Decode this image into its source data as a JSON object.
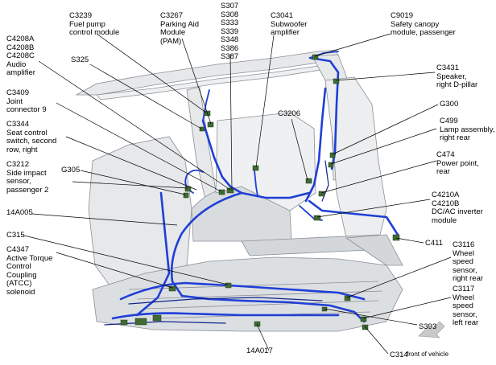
{
  "labels": [
    {
      "id": "c3239",
      "lines": [
        "C3239",
        "Fuel pump",
        "control module"
      ]
    },
    {
      "id": "c3267",
      "lines": [
        "C3267",
        "Parking Aid",
        "Module",
        "(PAM)"
      ]
    },
    {
      "id": "s3xx",
      "lines": [
        "S307",
        "S308",
        "S333",
        "S339",
        "S348",
        "S386",
        "S387"
      ]
    },
    {
      "id": "c3041",
      "lines": [
        "C3041",
        "Subwoofer",
        "amplifier"
      ]
    },
    {
      "id": "c9019",
      "lines": [
        "C9019",
        "Safety canopy",
        "module, passenger"
      ]
    },
    {
      "id": "c4208",
      "lines": [
        "C4208A",
        "C4208B",
        "C4208C",
        "Audio",
        "amplifier"
      ]
    },
    {
      "id": "s325",
      "lines": [
        "S325"
      ]
    },
    {
      "id": "c3431",
      "lines": [
        "C3431",
        "Speaker,",
        "right D-pillar"
      ]
    },
    {
      "id": "c3409",
      "lines": [
        "C3409",
        "Joint",
        "connector 9"
      ]
    },
    {
      "id": "g300",
      "lines": [
        "G300"
      ]
    },
    {
      "id": "c3206",
      "lines": [
        "C3206"
      ]
    },
    {
      "id": "c3344",
      "lines": [
        "C3344",
        "Seat control",
        "switch, second",
        "row, right"
      ]
    },
    {
      "id": "c499",
      "lines": [
        "C499",
        "Lamp assembly,",
        "right rear"
      ]
    },
    {
      "id": "c474",
      "lines": [
        "C474",
        "Power point,",
        "rear"
      ]
    },
    {
      "id": "c3212",
      "lines": [
        "C3212",
        "Side impact",
        "sensor,",
        "passenger 2"
      ]
    },
    {
      "id": "g305",
      "lines": [
        "G305"
      ]
    },
    {
      "id": "c4210",
      "lines": [
        "C4210A",
        "C4210B",
        "DC/AC inverter",
        "module"
      ]
    },
    {
      "id": "14a005",
      "lines": [
        "14A005"
      ]
    },
    {
      "id": "c315",
      "lines": [
        "C315"
      ]
    },
    {
      "id": "c411",
      "lines": [
        "C411"
      ]
    },
    {
      "id": "c3116",
      "lines": [
        "C3116",
        "Wheel",
        "speed",
        "sensor,",
        "right rear"
      ]
    },
    {
      "id": "c4347",
      "lines": [
        "C4347",
        "Active Torque",
        "Control",
        "Coupling",
        "(ATCC)",
        "solenoid"
      ]
    },
    {
      "id": "c3117",
      "lines": [
        "C3117",
        "Wheel",
        "speed",
        "sensor,",
        "left rear"
      ]
    },
    {
      "id": "s393",
      "lines": [
        "S393"
      ]
    },
    {
      "id": "14a017",
      "lines": [
        "14A017"
      ]
    },
    {
      "id": "c314",
      "lines": [
        "C314"
      ]
    }
  ],
  "front_of_vehicle": "front of vehicle",
  "colors": {
    "harness": "#1f3fd6",
    "harness_dark": "#13248a",
    "body_line": "#8a8f96",
    "body_fill": "#e6e8ea",
    "connector": "#3f6b33",
    "leader": "#000000",
    "arrow": "#c9c9c9"
  }
}
